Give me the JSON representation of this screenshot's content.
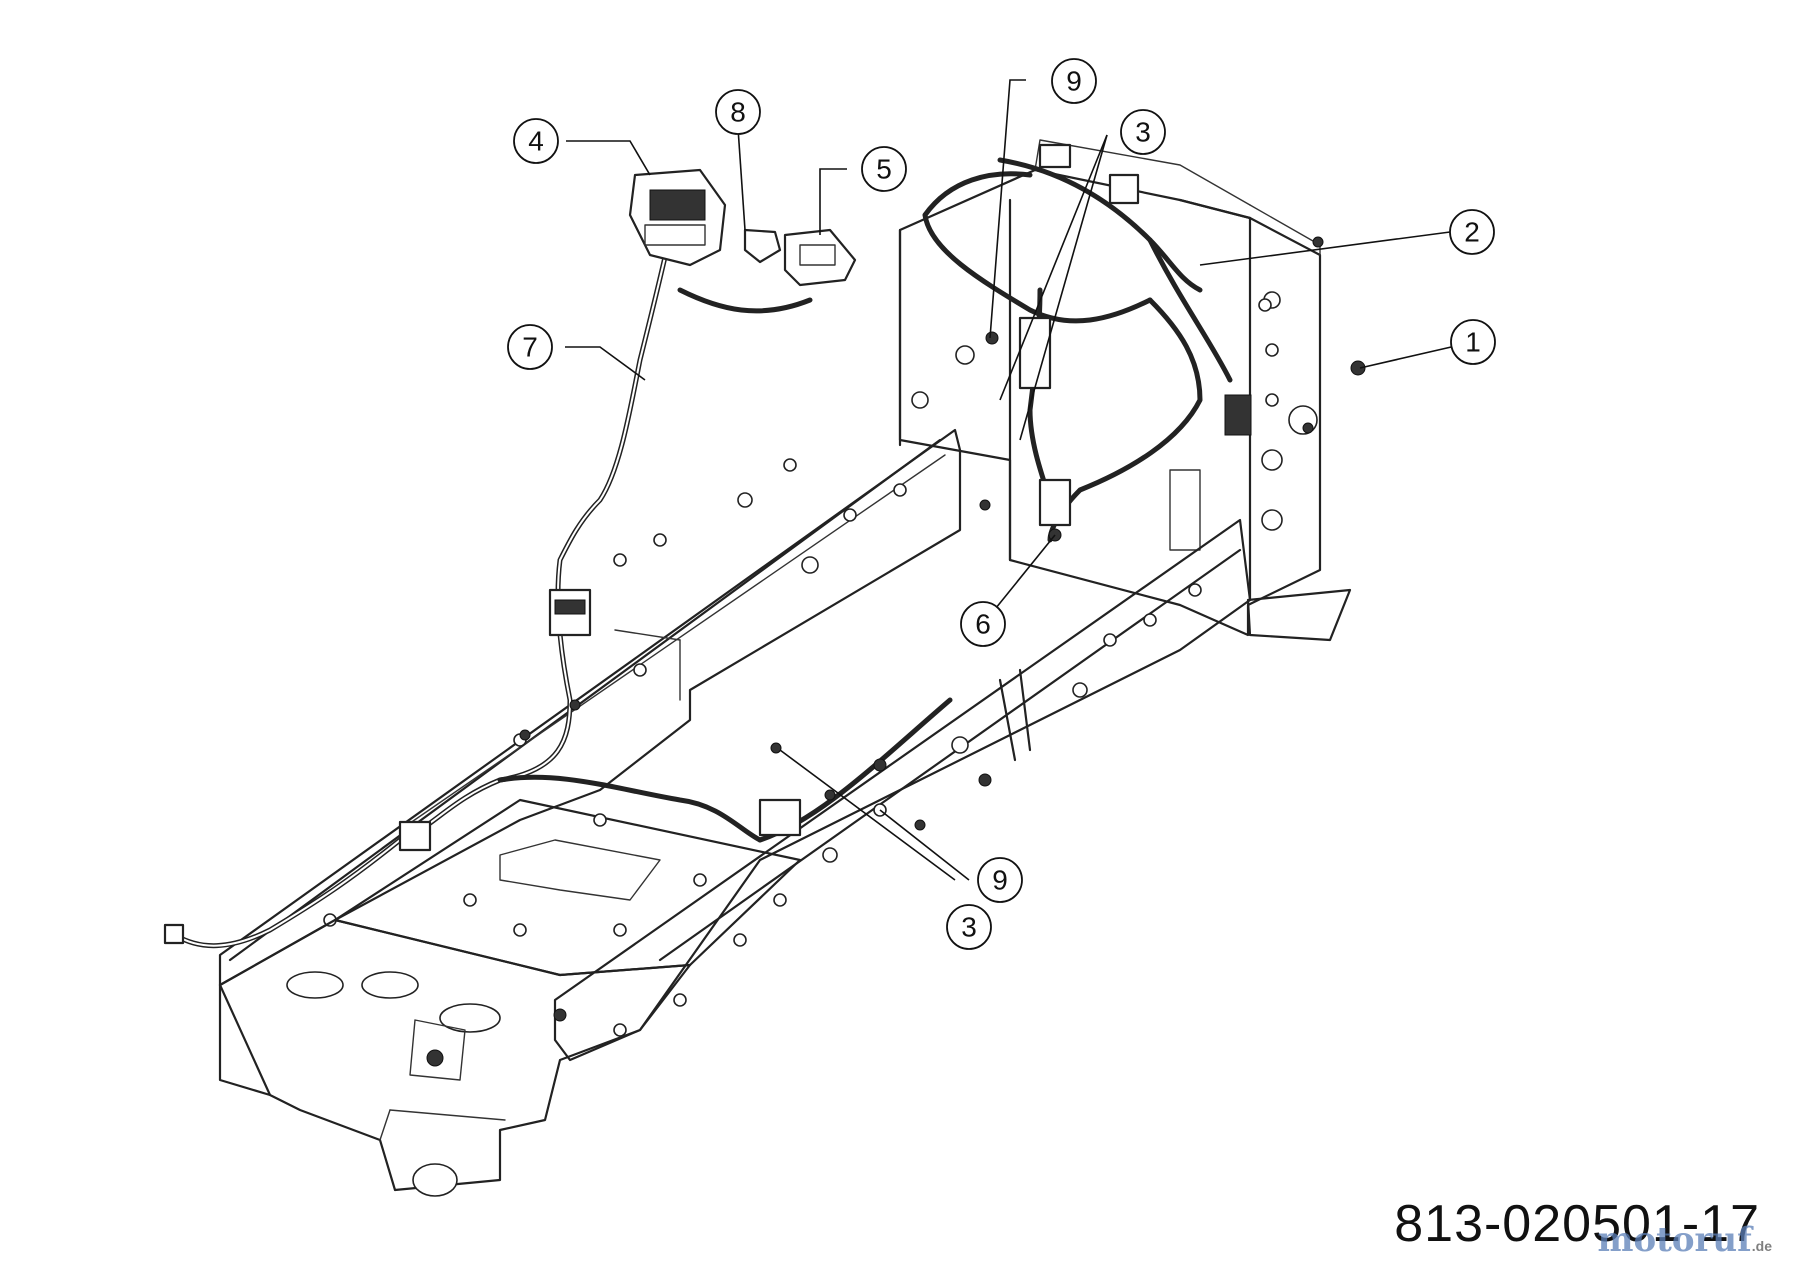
{
  "diagram": {
    "part_number": "813-020501-17",
    "watermark": "motoruf",
    "watermark_suffix": ".de",
    "callouts": [
      {
        "label": "1"
      },
      {
        "label": "2"
      },
      {
        "label": "3"
      },
      {
        "label": "3"
      },
      {
        "label": "4"
      },
      {
        "label": "5"
      },
      {
        "label": "6"
      },
      {
        "label": "7"
      },
      {
        "label": "8"
      },
      {
        "label": "9"
      },
      {
        "label": "9"
      }
    ]
  }
}
